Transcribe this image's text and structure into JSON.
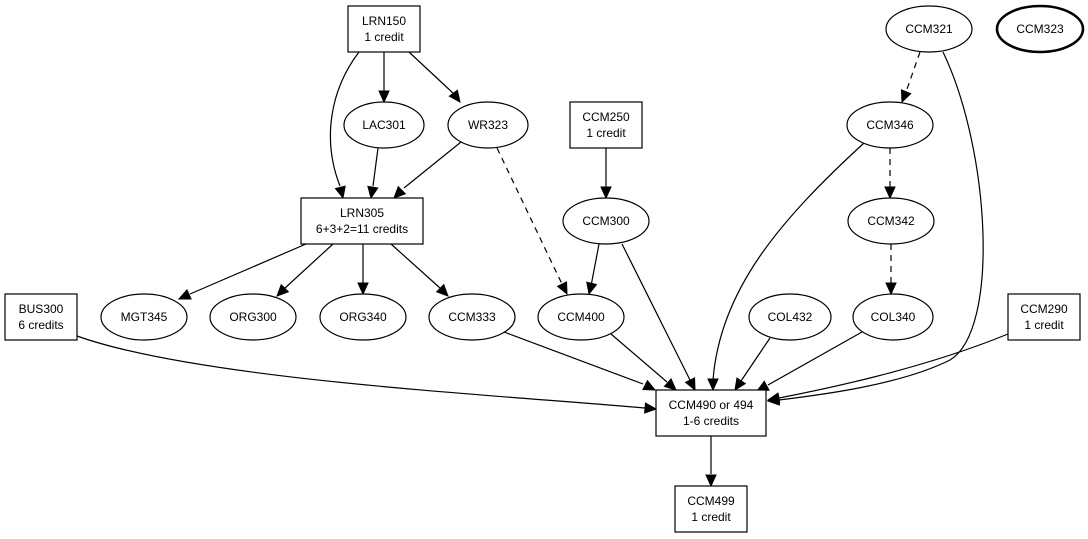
{
  "diagram": {
    "type": "prerequisite-graph",
    "nodes": [
      {
        "id": "LRN150",
        "shape": "box",
        "lines": [
          "LRN150",
          "1 credit"
        ]
      },
      {
        "id": "LAC301",
        "shape": "ellipse",
        "lines": [
          "LAC301"
        ]
      },
      {
        "id": "WR323",
        "shape": "ellipse",
        "lines": [
          "WR323"
        ]
      },
      {
        "id": "LRN305",
        "shape": "box",
        "lines": [
          "LRN305",
          "6+3+2=11 credits"
        ]
      },
      {
        "id": "MGT345",
        "shape": "ellipse",
        "lines": [
          "MGT345"
        ]
      },
      {
        "id": "ORG300",
        "shape": "ellipse",
        "lines": [
          "ORG300"
        ]
      },
      {
        "id": "ORG340",
        "shape": "ellipse",
        "lines": [
          "ORG340"
        ]
      },
      {
        "id": "CCM333",
        "shape": "ellipse",
        "lines": [
          "CCM333"
        ]
      },
      {
        "id": "BUS300",
        "shape": "box",
        "lines": [
          "BUS300",
          "6 credits"
        ]
      },
      {
        "id": "CCM250",
        "shape": "box",
        "lines": [
          "CCM250",
          "1 credit"
        ]
      },
      {
        "id": "CCM300",
        "shape": "ellipse",
        "lines": [
          "CCM300"
        ]
      },
      {
        "id": "CCM400",
        "shape": "ellipse",
        "lines": [
          "CCM400"
        ]
      },
      {
        "id": "COL432",
        "shape": "ellipse",
        "lines": [
          "COL432"
        ]
      },
      {
        "id": "CCM321",
        "shape": "ellipse",
        "lines": [
          "CCM321"
        ]
      },
      {
        "id": "CCM323",
        "shape": "ellipse",
        "bold": true,
        "lines": [
          "CCM323"
        ]
      },
      {
        "id": "CCM346",
        "shape": "ellipse",
        "lines": [
          "CCM346"
        ]
      },
      {
        "id": "CCM342",
        "shape": "ellipse",
        "lines": [
          "CCM342"
        ]
      },
      {
        "id": "COL340",
        "shape": "ellipse",
        "lines": [
          "COL340"
        ]
      },
      {
        "id": "CCM290",
        "shape": "box",
        "lines": [
          "CCM290",
          "1 credit"
        ]
      },
      {
        "id": "CCM490",
        "shape": "box",
        "lines": [
          "CCM490 or 494",
          "1-6 credits"
        ]
      },
      {
        "id": "CCM499",
        "shape": "box",
        "lines": [
          "CCM499",
          "1 credit"
        ]
      }
    ],
    "edges": [
      {
        "from": "LRN150",
        "to": "LAC301",
        "style": "solid"
      },
      {
        "from": "LRN150",
        "to": "WR323",
        "style": "solid"
      },
      {
        "from": "LRN150",
        "to": "LRN305",
        "style": "solid"
      },
      {
        "from": "LAC301",
        "to": "LRN305",
        "style": "solid"
      },
      {
        "from": "WR323",
        "to": "LRN305",
        "style": "solid"
      },
      {
        "from": "WR323",
        "to": "CCM400",
        "style": "dashed"
      },
      {
        "from": "LRN305",
        "to": "MGT345",
        "style": "solid"
      },
      {
        "from": "LRN305",
        "to": "ORG300",
        "style": "solid"
      },
      {
        "from": "LRN305",
        "to": "ORG340",
        "style": "solid"
      },
      {
        "from": "LRN305",
        "to": "CCM333",
        "style": "solid"
      },
      {
        "from": "CCM250",
        "to": "CCM300",
        "style": "solid"
      },
      {
        "from": "CCM300",
        "to": "CCM400",
        "style": "solid"
      },
      {
        "from": "CCM300",
        "to": "CCM490",
        "style": "solid"
      },
      {
        "from": "CCM321",
        "to": "CCM346",
        "style": "dashed"
      },
      {
        "from": "CCM321",
        "to": "CCM490",
        "style": "solid"
      },
      {
        "from": "CCM346",
        "to": "CCM342",
        "style": "dashed"
      },
      {
        "from": "CCM346",
        "to": "CCM490",
        "style": "solid"
      },
      {
        "from": "CCM342",
        "to": "COL340",
        "style": "dashed"
      },
      {
        "from": "BUS300",
        "to": "CCM490",
        "style": "solid"
      },
      {
        "from": "CCM333",
        "to": "CCM490",
        "style": "solid"
      },
      {
        "from": "CCM400",
        "to": "CCM490",
        "style": "solid"
      },
      {
        "from": "COL432",
        "to": "CCM490",
        "style": "solid"
      },
      {
        "from": "COL340",
        "to": "CCM490",
        "style": "solid"
      },
      {
        "from": "CCM290",
        "to": "CCM490",
        "style": "solid"
      },
      {
        "from": "CCM490",
        "to": "CCM499",
        "style": "solid"
      }
    ]
  }
}
